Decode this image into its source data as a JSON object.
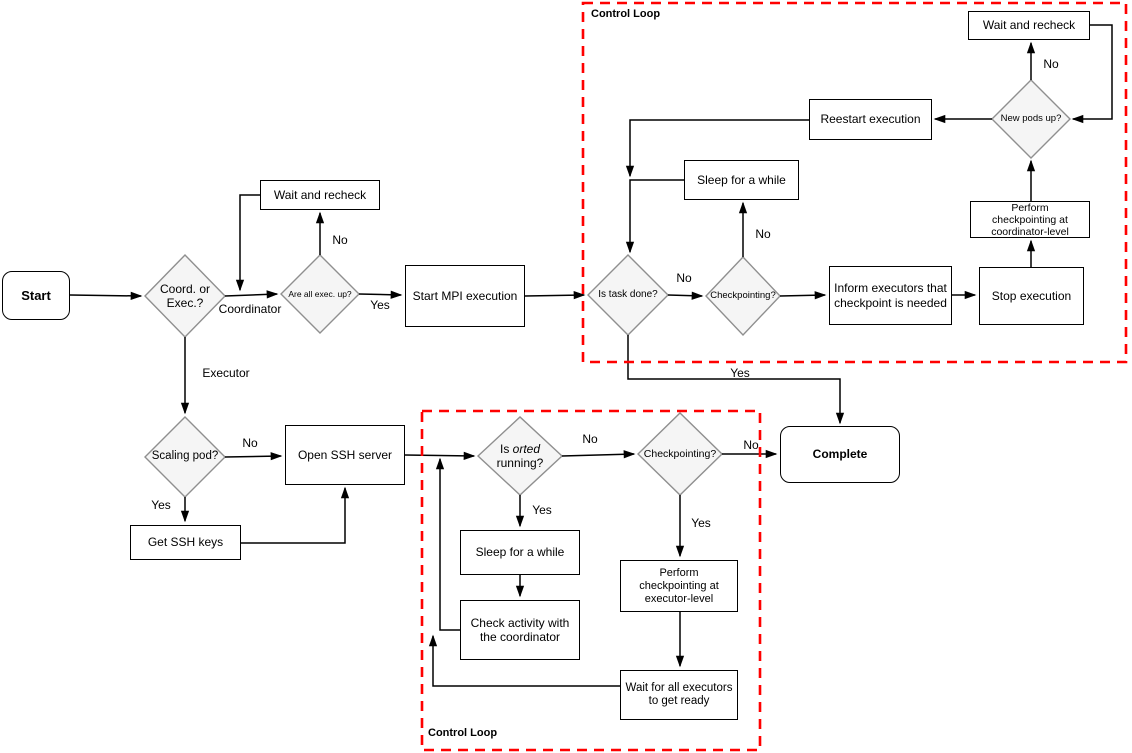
{
  "groups": {
    "top": {
      "label": "Control Loop"
    },
    "bottom": {
      "label": "Control Loop"
    }
  },
  "nodes": {
    "start": {
      "label": "Start"
    },
    "wait_recheck_left": {
      "label": "Wait and recheck"
    },
    "coord_exec": {
      "label": "Coord. or\nExec.?"
    },
    "all_exec_up": {
      "label": "Are all exec. up?"
    },
    "start_mpi": {
      "label": "Start MPI execution"
    },
    "task_done": {
      "label": "Is task done?"
    },
    "checkpointing_top": {
      "label": "Checkpointing?"
    },
    "inform_executors": {
      "label": "Inform executors that\ncheckpoint is needed"
    },
    "stop_execution": {
      "label": "Stop execution"
    },
    "perform_coord": {
      "label": "Perform\ncheckpointing at\ncoordinator-level"
    },
    "new_pods": {
      "label": "New pods up?"
    },
    "wait_recheck_right": {
      "label": "Wait and recheck"
    },
    "reestart": {
      "label": "Reestart execution"
    },
    "sleep_top": {
      "label": "Sleep for a while"
    },
    "complete": {
      "label": "Complete"
    },
    "scaling_pod": {
      "label": "Scaling pod?"
    },
    "open_ssh": {
      "label": "Open SSH server"
    },
    "get_ssh": {
      "label": "Get SSH keys"
    },
    "orted_running": {
      "pre": "Is ",
      "em": "orted",
      "post": " running?"
    },
    "checkpointing_bottom": {
      "label": "Checkpointing?"
    },
    "sleep_bottom": {
      "label": "Sleep for a while"
    },
    "check_activity": {
      "label": "Check activity with\nthe coordinator"
    },
    "perform_exec": {
      "label": "Perform\ncheckpointing at\nexecutor-level"
    },
    "wait_executors": {
      "label": "Wait for all executors\nto get ready"
    }
  },
  "edge_labels": {
    "coordinator": "Coordinator",
    "executor": "Executor",
    "yes_all_exec": "Yes",
    "no_all_exec": "No",
    "no_task_done": "No",
    "yes_task_done": "Yes",
    "no_checkpointing_top": "No",
    "no_new_pods": "No",
    "no_scaling": "No",
    "yes_scaling": "Yes",
    "no_orted": "No",
    "yes_orted": "Yes",
    "no_checkpointing_bottom": "No",
    "yes_checkpointing_bottom": "Yes"
  },
  "colors": {
    "line": "#000000",
    "box_fill": "#ffffff",
    "box_border": "#000000",
    "diamond_fill": "#f5f5f5",
    "diamond_border": "#8f8f8f",
    "control_loop_border": "#ff0000"
  }
}
